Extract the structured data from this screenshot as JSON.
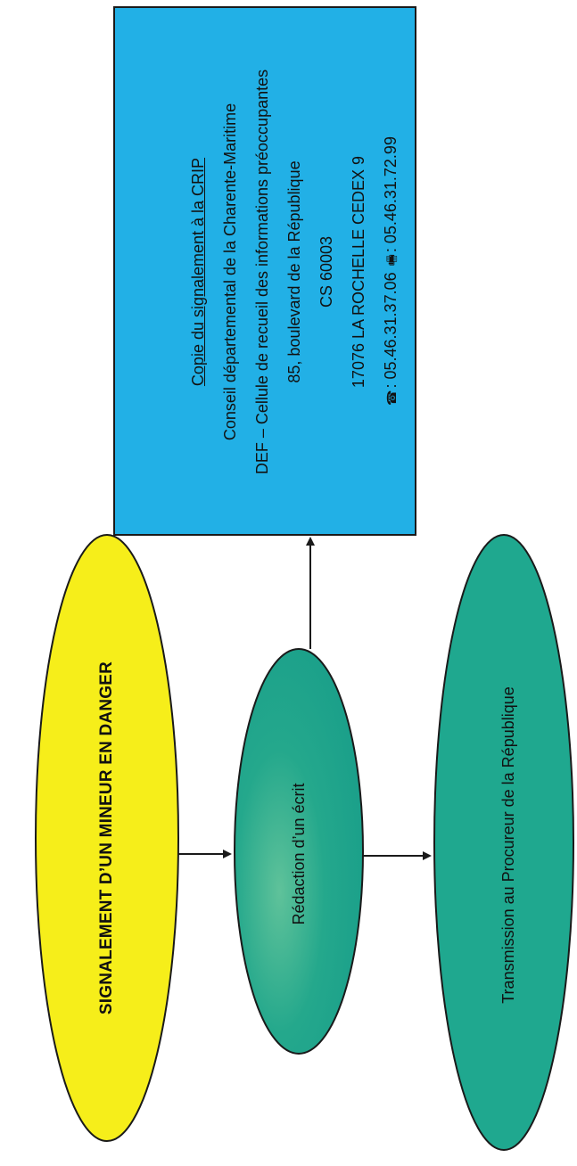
{
  "diagram": {
    "colors": {
      "yellow": "#f6ee1a",
      "teal": "#1fa88f",
      "blue": "#22b0e6",
      "stroke": "#1a1a1a"
    },
    "nodes": {
      "signalement": "SIGNALEMENT D’UN MINEUR EN DANGER",
      "redaction": "Rédaction d’un écrit",
      "transmission": "Transmission au Procureur de la République"
    },
    "crip_box": {
      "title": "Copie du signalement à la CRIP",
      "line1": "Conseil départemental de la Charente-Maritime",
      "line2": "DEF – Cellule de recueil des informations préoccupantes",
      "line3": "85, boulevard de la République",
      "line4": "CS 60003",
      "line5": "17076 LA ROCHELLE CEDEX 9",
      "phone_icon": "phone-icon",
      "phone": ": 05.46.31.37.06",
      "fax_icon": "fax-icon",
      "fax": ": 05.46.31.72.99"
    }
  }
}
